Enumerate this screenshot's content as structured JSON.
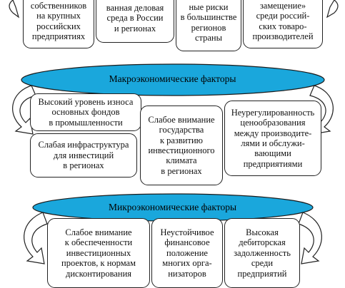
{
  "colors": {
    "lozenge": "#1aa7dc",
    "border": "#222222",
    "text": "#111111"
  },
  "top_row": [
    "собственников\nна крупных\nроссийских\nпредприятиях",
    "ванная деловая\nсреда в России\nи регионах",
    "ные риски\nв большинстве\nрегионов\nстраны",
    "замещение»\nсреди россий-\nских товаро-\nпроизводителей"
  ],
  "macro": {
    "title": "Макроэкономические факторы",
    "boxes": [
      "Высокий уровень износа\nосновных фондов\nв промышленности",
      "Слабая инфраструктура\nдля инвестиций\nв регионах",
      "Слабое внимание\nгосударства\nк развитию\nинвестиционного\nклимата\nв регионах",
      "Неурегулированность\nценообразования\nмежду производите-\nлями и обслужи-\nвающими\nпредприятиями"
    ]
  },
  "micro": {
    "title": "Микроэкономические факторы",
    "boxes": [
      "Слабое внимание\nк обеспеченности\nинвестиционных\nпроектов, к нормам\nдисконтирования",
      "Неустойчивое\nфинансовое\nположение\nмногих орга-\nнизаторов",
      "Высокая\nдебиторская\nзадолженность\nсреди\nпредприятий"
    ]
  }
}
